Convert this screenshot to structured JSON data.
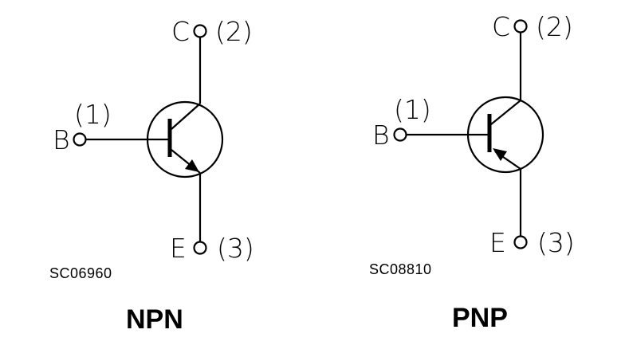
{
  "symbols": [
    {
      "type_label": "NPN",
      "code": "SC06960",
      "base_letter": "B",
      "base_pin": "(1)",
      "collector_letter": "C",
      "collector_pin": "(2)",
      "emitter_letter": "E",
      "emitter_pin": "(3)"
    },
    {
      "type_label": "PNP",
      "code": "SC08810",
      "base_letter": "B",
      "base_pin": "(1)",
      "collector_letter": "C",
      "collector_pin": "(2)",
      "emitter_letter": "E",
      "emitter_pin": "(3)"
    }
  ]
}
